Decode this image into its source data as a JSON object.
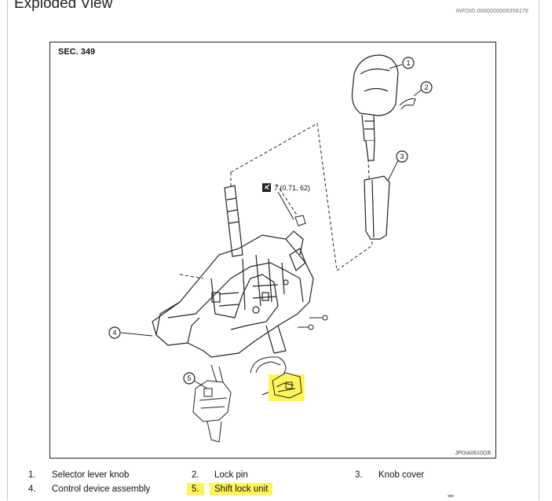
{
  "page": {
    "title": "Exploded View",
    "reference_code": "INFOID:0000000009356176"
  },
  "figure": {
    "section_label": "SEC. 349",
    "torque_spec": "7 (0.71, 62)",
    "figure_code": "JPDIA0610GB",
    "callouts": [
      "1",
      "2",
      "3",
      "4",
      "5"
    ]
  },
  "legend": {
    "items": [
      {
        "num": "1.",
        "label": "Selector lever knob"
      },
      {
        "num": "2.",
        "label": "Lock pin"
      },
      {
        "num": "3.",
        "label": "Knob cover"
      },
      {
        "num": "4.",
        "label": "Control device assembly"
      },
      {
        "num": "5.",
        "label": "Shift lock unit"
      }
    ]
  },
  "colors": {
    "highlight": "#fff45a",
    "line": "#222222"
  },
  "icons": [
    "torque-wrench-icon"
  ]
}
